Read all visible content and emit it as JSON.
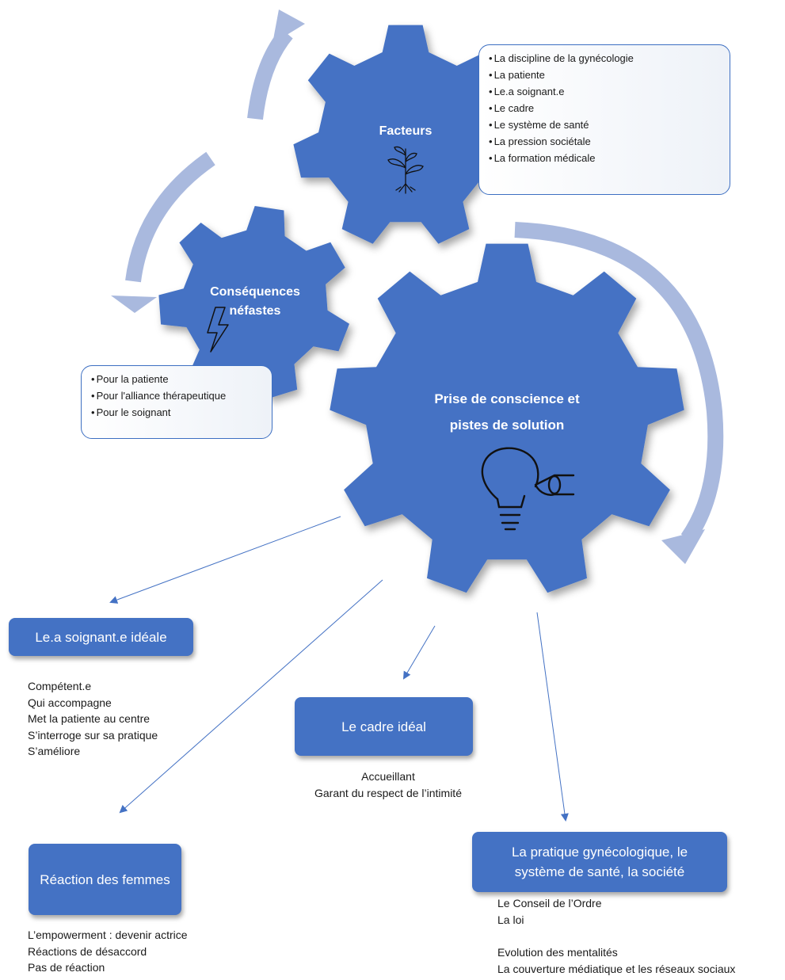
{
  "gears": {
    "facteurs": {
      "title": "Facteurs",
      "icon": "plant-icon"
    },
    "consequences": {
      "title_line1": "Conséquences",
      "title_line2": "néfastes",
      "icon": "lightning-icon"
    },
    "prise": {
      "title_line1": "Prise de conscience et",
      "title_line2": "pistes de solution",
      "icon": "lightbulb-icon"
    }
  },
  "facteurs_list": [
    "La discipline de la gynécologie",
    "La patiente",
    "Le.a soignant.e",
    "Le cadre",
    "Le système de santé",
    "La pression sociétale",
    "La formation médicale"
  ],
  "consequences_list": [
    "Pour la patiente",
    "Pour l'alliance thérapeutique",
    "Pour le soignant"
  ],
  "soignant": {
    "title": "Le.a soignant.e idéale",
    "items": [
      "Compétent.e",
      "Qui accompagne",
      "Met la patiente au centre",
      "S’interroge sur sa pratique",
      "S’améliore"
    ]
  },
  "cadre": {
    "title": "Le cadre idéal",
    "items": [
      "Accueillant",
      "Garant du respect de l’intimité"
    ]
  },
  "reaction": {
    "title": "Réaction des femmes",
    "items": [
      "L’empowerment : devenir actrice",
      "Réactions de désaccord",
      "Pas de réaction"
    ]
  },
  "pratique": {
    "title": "La pratique gynécologique, le système de santé, la société",
    "items_a": [
      "Le Conseil de l’Ordre",
      "La loi"
    ],
    "items_b": [
      "Evolution des mentalités",
      "La couverture médiatique et les réseaux sociaux"
    ]
  },
  "colors": {
    "gear": "#4472c4",
    "cycle_arrow": "#a9b9de",
    "line": "#4472c4"
  }
}
